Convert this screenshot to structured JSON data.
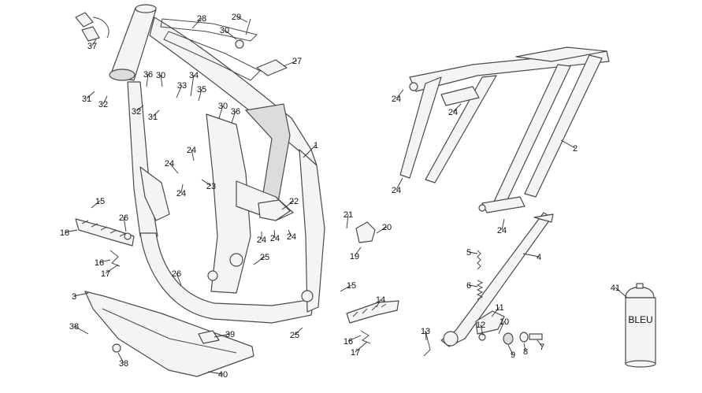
{
  "callouts": [
    {
      "id": "c1",
      "text": "1"
    },
    {
      "id": "c2",
      "text": "2"
    },
    {
      "id": "c3",
      "text": "3"
    },
    {
      "id": "c4",
      "text": "4"
    },
    {
      "id": "c5",
      "text": "5"
    },
    {
      "id": "c6",
      "text": "6"
    },
    {
      "id": "c7",
      "text": "7"
    },
    {
      "id": "c8",
      "text": "8"
    },
    {
      "id": "c9",
      "text": "9"
    },
    {
      "id": "c10",
      "text": "10"
    },
    {
      "id": "c11",
      "text": "11"
    },
    {
      "id": "c12",
      "text": "12"
    },
    {
      "id": "c13",
      "text": "13"
    },
    {
      "id": "c14",
      "text": "14"
    },
    {
      "id": "c15a",
      "text": "15"
    },
    {
      "id": "c15b",
      "text": "15"
    },
    {
      "id": "c16a",
      "text": "16"
    },
    {
      "id": "c16b",
      "text": "16"
    },
    {
      "id": "c17a",
      "text": "17"
    },
    {
      "id": "c17b",
      "text": "17"
    },
    {
      "id": "c18",
      "text": "18"
    },
    {
      "id": "c19",
      "text": "19"
    },
    {
      "id": "c20",
      "text": "20"
    },
    {
      "id": "c21",
      "text": "21"
    },
    {
      "id": "c22",
      "text": "22"
    },
    {
      "id": "c23",
      "text": "23"
    },
    {
      "id": "c24a",
      "text": "24"
    },
    {
      "id": "c24b",
      "text": "24"
    },
    {
      "id": "c24c",
      "text": "24"
    },
    {
      "id": "c24d",
      "text": "24"
    },
    {
      "id": "c24e",
      "text": "24"
    },
    {
      "id": "c24f",
      "text": "24"
    },
    {
      "id": "c24g",
      "text": "24"
    },
    {
      "id": "c24h",
      "text": "24"
    },
    {
      "id": "c24i",
      "text": "24"
    },
    {
      "id": "c24j",
      "text": "24"
    },
    {
      "id": "c25a",
      "text": "25"
    },
    {
      "id": "c25b",
      "text": "25"
    },
    {
      "id": "c26a",
      "text": "26"
    },
    {
      "id": "c26b",
      "text": "26"
    },
    {
      "id": "c27",
      "text": "27"
    },
    {
      "id": "c28",
      "text": "28"
    },
    {
      "id": "c29",
      "text": "29"
    },
    {
      "id": "c30a",
      "text": "30"
    },
    {
      "id": "c30b",
      "text": "30"
    },
    {
      "id": "c30c",
      "text": "30"
    },
    {
      "id": "c31a",
      "text": "31"
    },
    {
      "id": "c31b",
      "text": "31"
    },
    {
      "id": "c32a",
      "text": "32"
    },
    {
      "id": "c32b",
      "text": "32"
    },
    {
      "id": "c33",
      "text": "33"
    },
    {
      "id": "c34",
      "text": "34"
    },
    {
      "id": "c35",
      "text": "35"
    },
    {
      "id": "c36a",
      "text": "36"
    },
    {
      "id": "c36b",
      "text": "36"
    },
    {
      "id": "c37",
      "text": "37"
    },
    {
      "id": "c38a",
      "text": "38"
    },
    {
      "id": "c38b",
      "text": "38"
    },
    {
      "id": "c39",
      "text": "39"
    },
    {
      "id": "c40",
      "text": "40"
    },
    {
      "id": "c41",
      "text": "41"
    }
  ],
  "paint_can": {
    "label": "BLEU"
  }
}
